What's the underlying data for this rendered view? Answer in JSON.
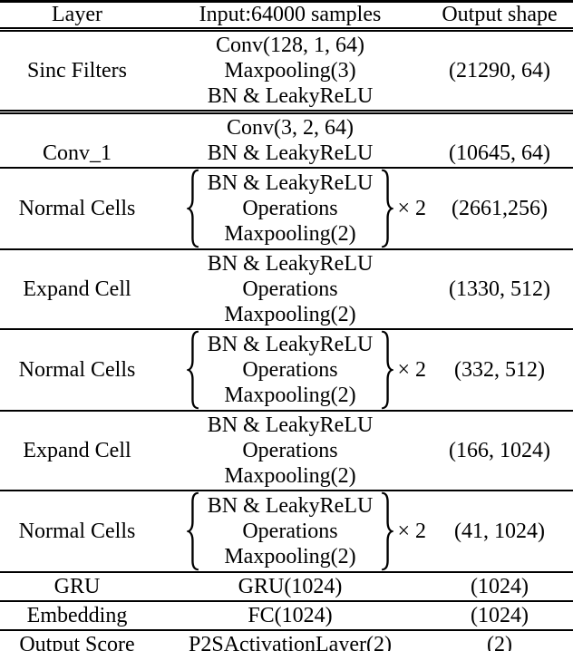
{
  "page": {
    "background_color": "#ffffff",
    "text_color": "#000000",
    "rule_color": "#000000"
  },
  "table": {
    "header": {
      "layer": "Layer",
      "input": "Input:64000 samples",
      "output": "Output shape"
    },
    "rows": [
      {
        "layer": "Sinc Filters",
        "ops": [
          "Conv(128, 1, 64)",
          "Maxpooling(3)",
          "BN & LeakyReLU"
        ],
        "brace": false,
        "repeat": "",
        "output": "(21290, 64)",
        "sep": "double"
      },
      {
        "layer": "Conv_1",
        "ops": [
          "Conv(3, 2, 64)",
          "BN & LeakyReLU"
        ],
        "brace": false,
        "repeat": "",
        "output": "(10645, 64)",
        "sep": "double"
      },
      {
        "layer": "Normal Cells",
        "ops": [
          "BN & LeakyReLU",
          "Operations",
          "Maxpooling(2)"
        ],
        "brace": true,
        "repeat": "× 2",
        "output": "(2661,256)",
        "sep": "single"
      },
      {
        "layer": "Expand Cell",
        "ops": [
          "BN & LeakyReLU",
          "Operations",
          "Maxpooling(2)"
        ],
        "brace": false,
        "repeat": "",
        "output": "(1330, 512)",
        "sep": "single"
      },
      {
        "layer": "Normal Cells",
        "ops": [
          "BN & LeakyReLU",
          "Operations",
          "Maxpooling(2)"
        ],
        "brace": true,
        "repeat": "× 2",
        "output": "(332, 512)",
        "sep": "single"
      },
      {
        "layer": "Expand Cell",
        "ops": [
          "BN & LeakyReLU",
          "Operations",
          "Maxpooling(2)"
        ],
        "brace": false,
        "repeat": "",
        "output": "(166, 1024)",
        "sep": "single"
      },
      {
        "layer": "Normal Cells",
        "ops": [
          "BN & LeakyReLU",
          "Operations",
          "Maxpooling(2)"
        ],
        "brace": true,
        "repeat": "× 2",
        "output": "(41, 1024)",
        "sep": "single"
      },
      {
        "layer": "GRU",
        "ops": [
          "GRU(1024)"
        ],
        "brace": false,
        "repeat": "",
        "output": "(1024)",
        "sep": "single"
      },
      {
        "layer": "Embedding",
        "ops": [
          "FC(1024)"
        ],
        "brace": false,
        "repeat": "",
        "output": "(1024)",
        "sep": "single"
      },
      {
        "layer": "Output Score",
        "ops": [
          "P2SActivationLayer(2)"
        ],
        "brace": false,
        "repeat": "",
        "output": "(2)",
        "sep": "single"
      }
    ]
  }
}
